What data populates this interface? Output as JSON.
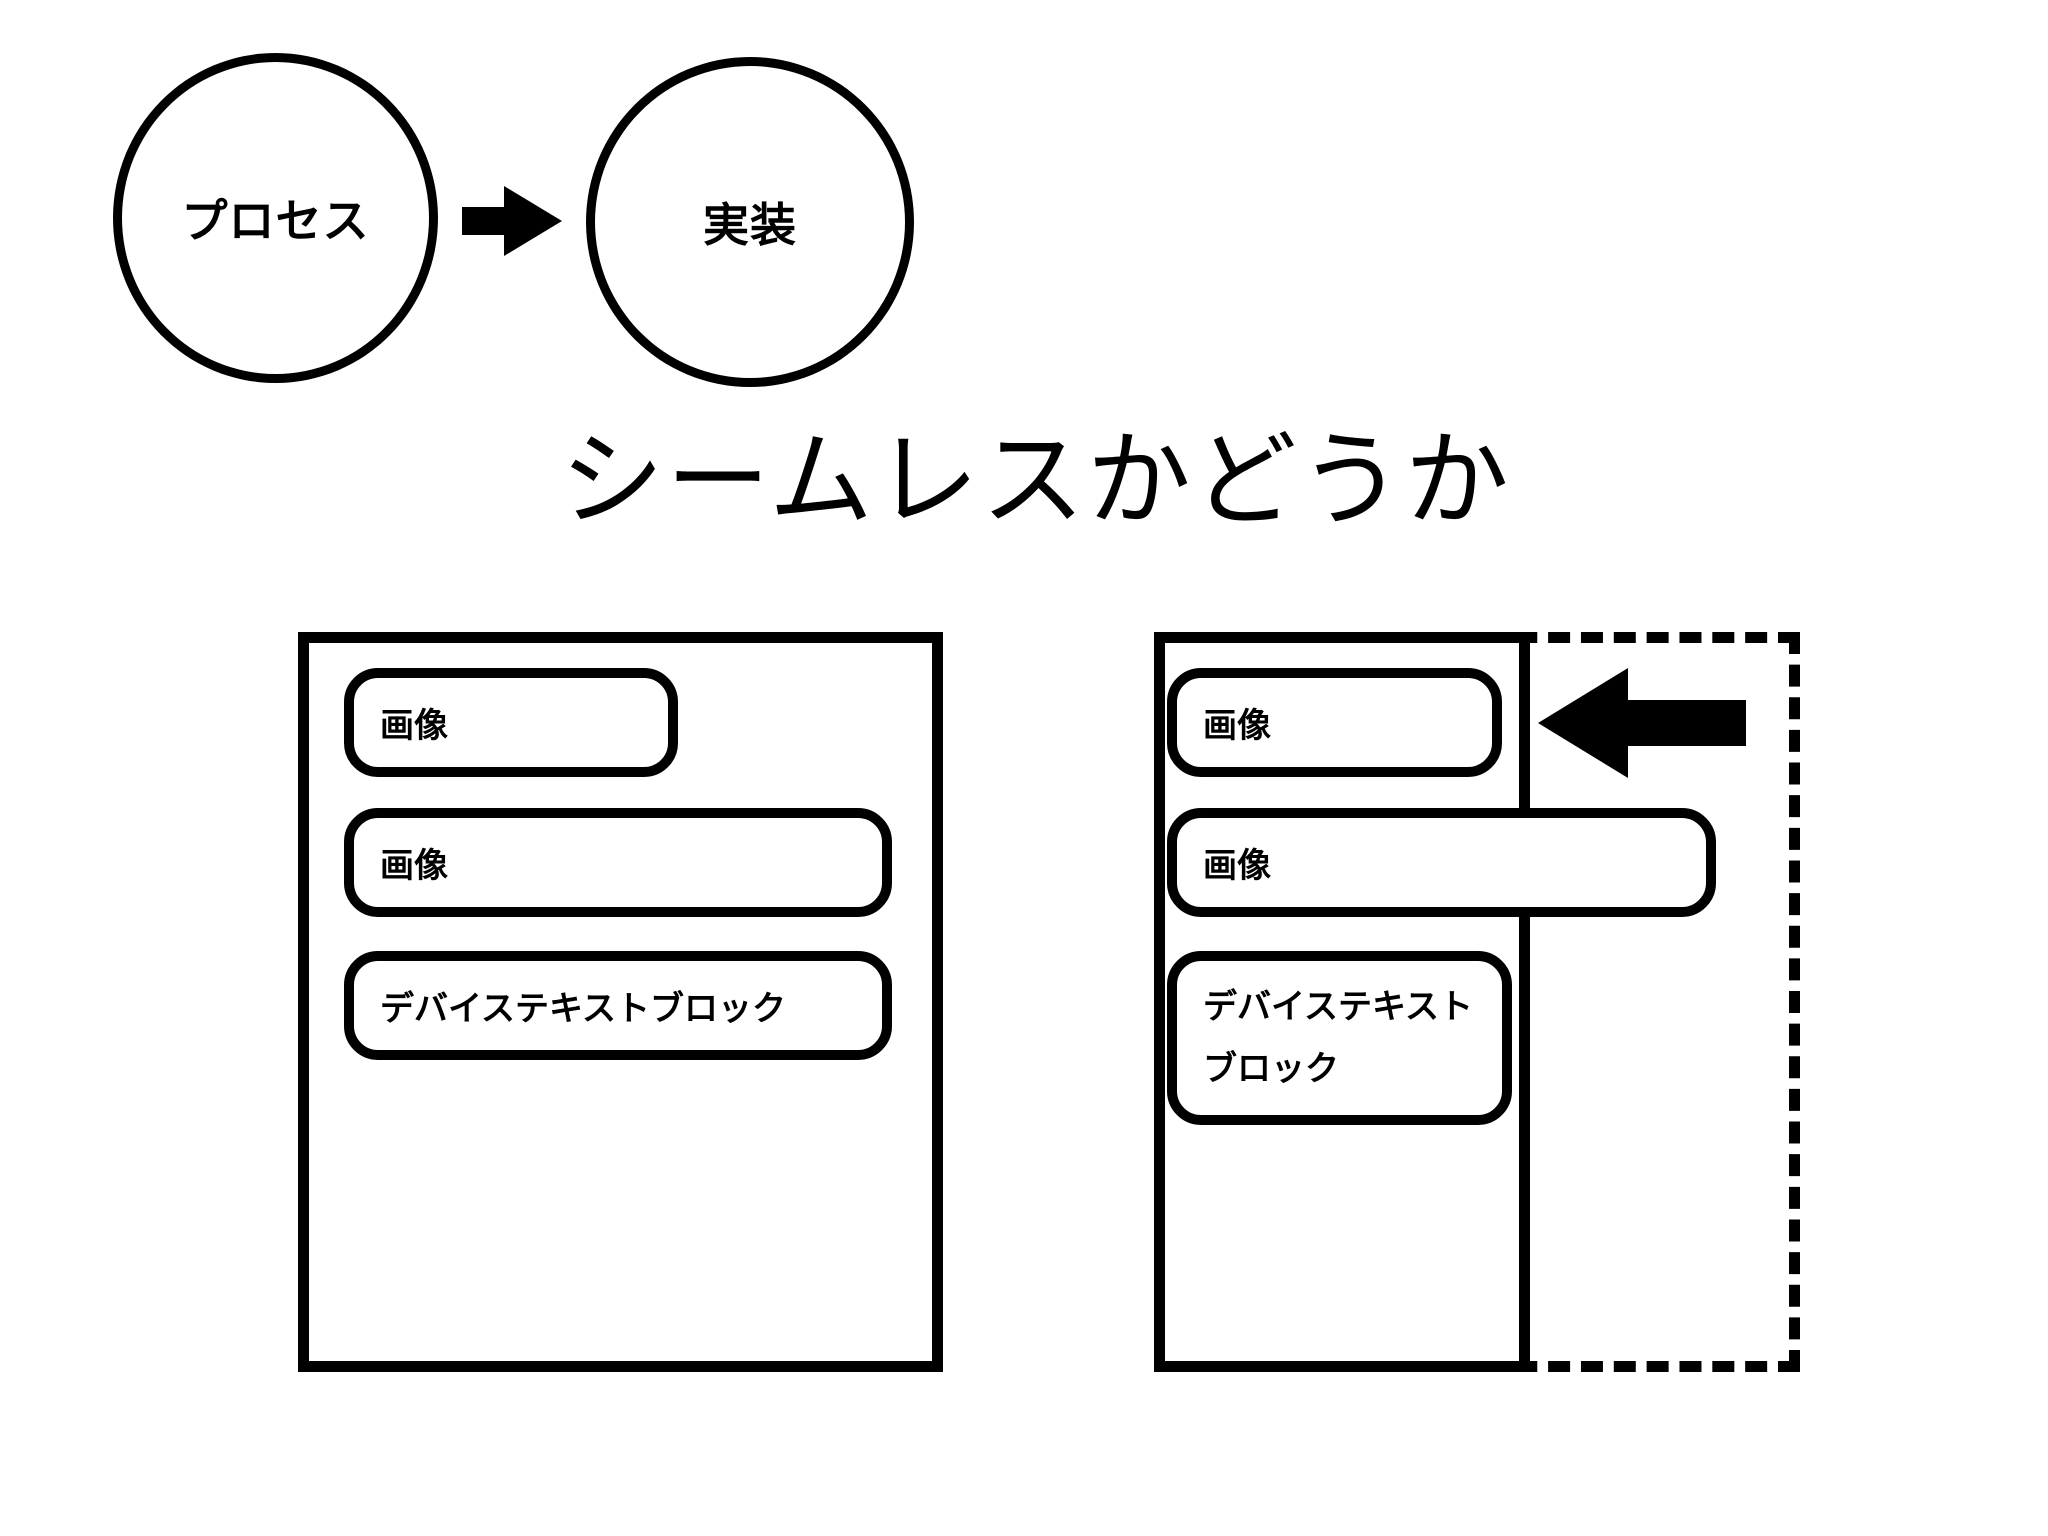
{
  "process_flow": {
    "process_label": "プロセス",
    "implementation_label": "実装"
  },
  "heading": "シームレスかどうか",
  "left_panel": {
    "items": [
      {
        "label": "画像"
      },
      {
        "label": "画像"
      },
      {
        "label": "デバイステキストブロック"
      }
    ]
  },
  "right_panel": {
    "items": [
      {
        "label": "画像"
      },
      {
        "label": "画像"
      },
      {
        "label": "デバイステキストブロック"
      }
    ]
  },
  "colors": {
    "stroke": "#000000",
    "background": "#ffffff"
  },
  "icons": {
    "flow_arrow": "arrow-right-icon",
    "shrink_arrow": "arrow-left-icon"
  }
}
